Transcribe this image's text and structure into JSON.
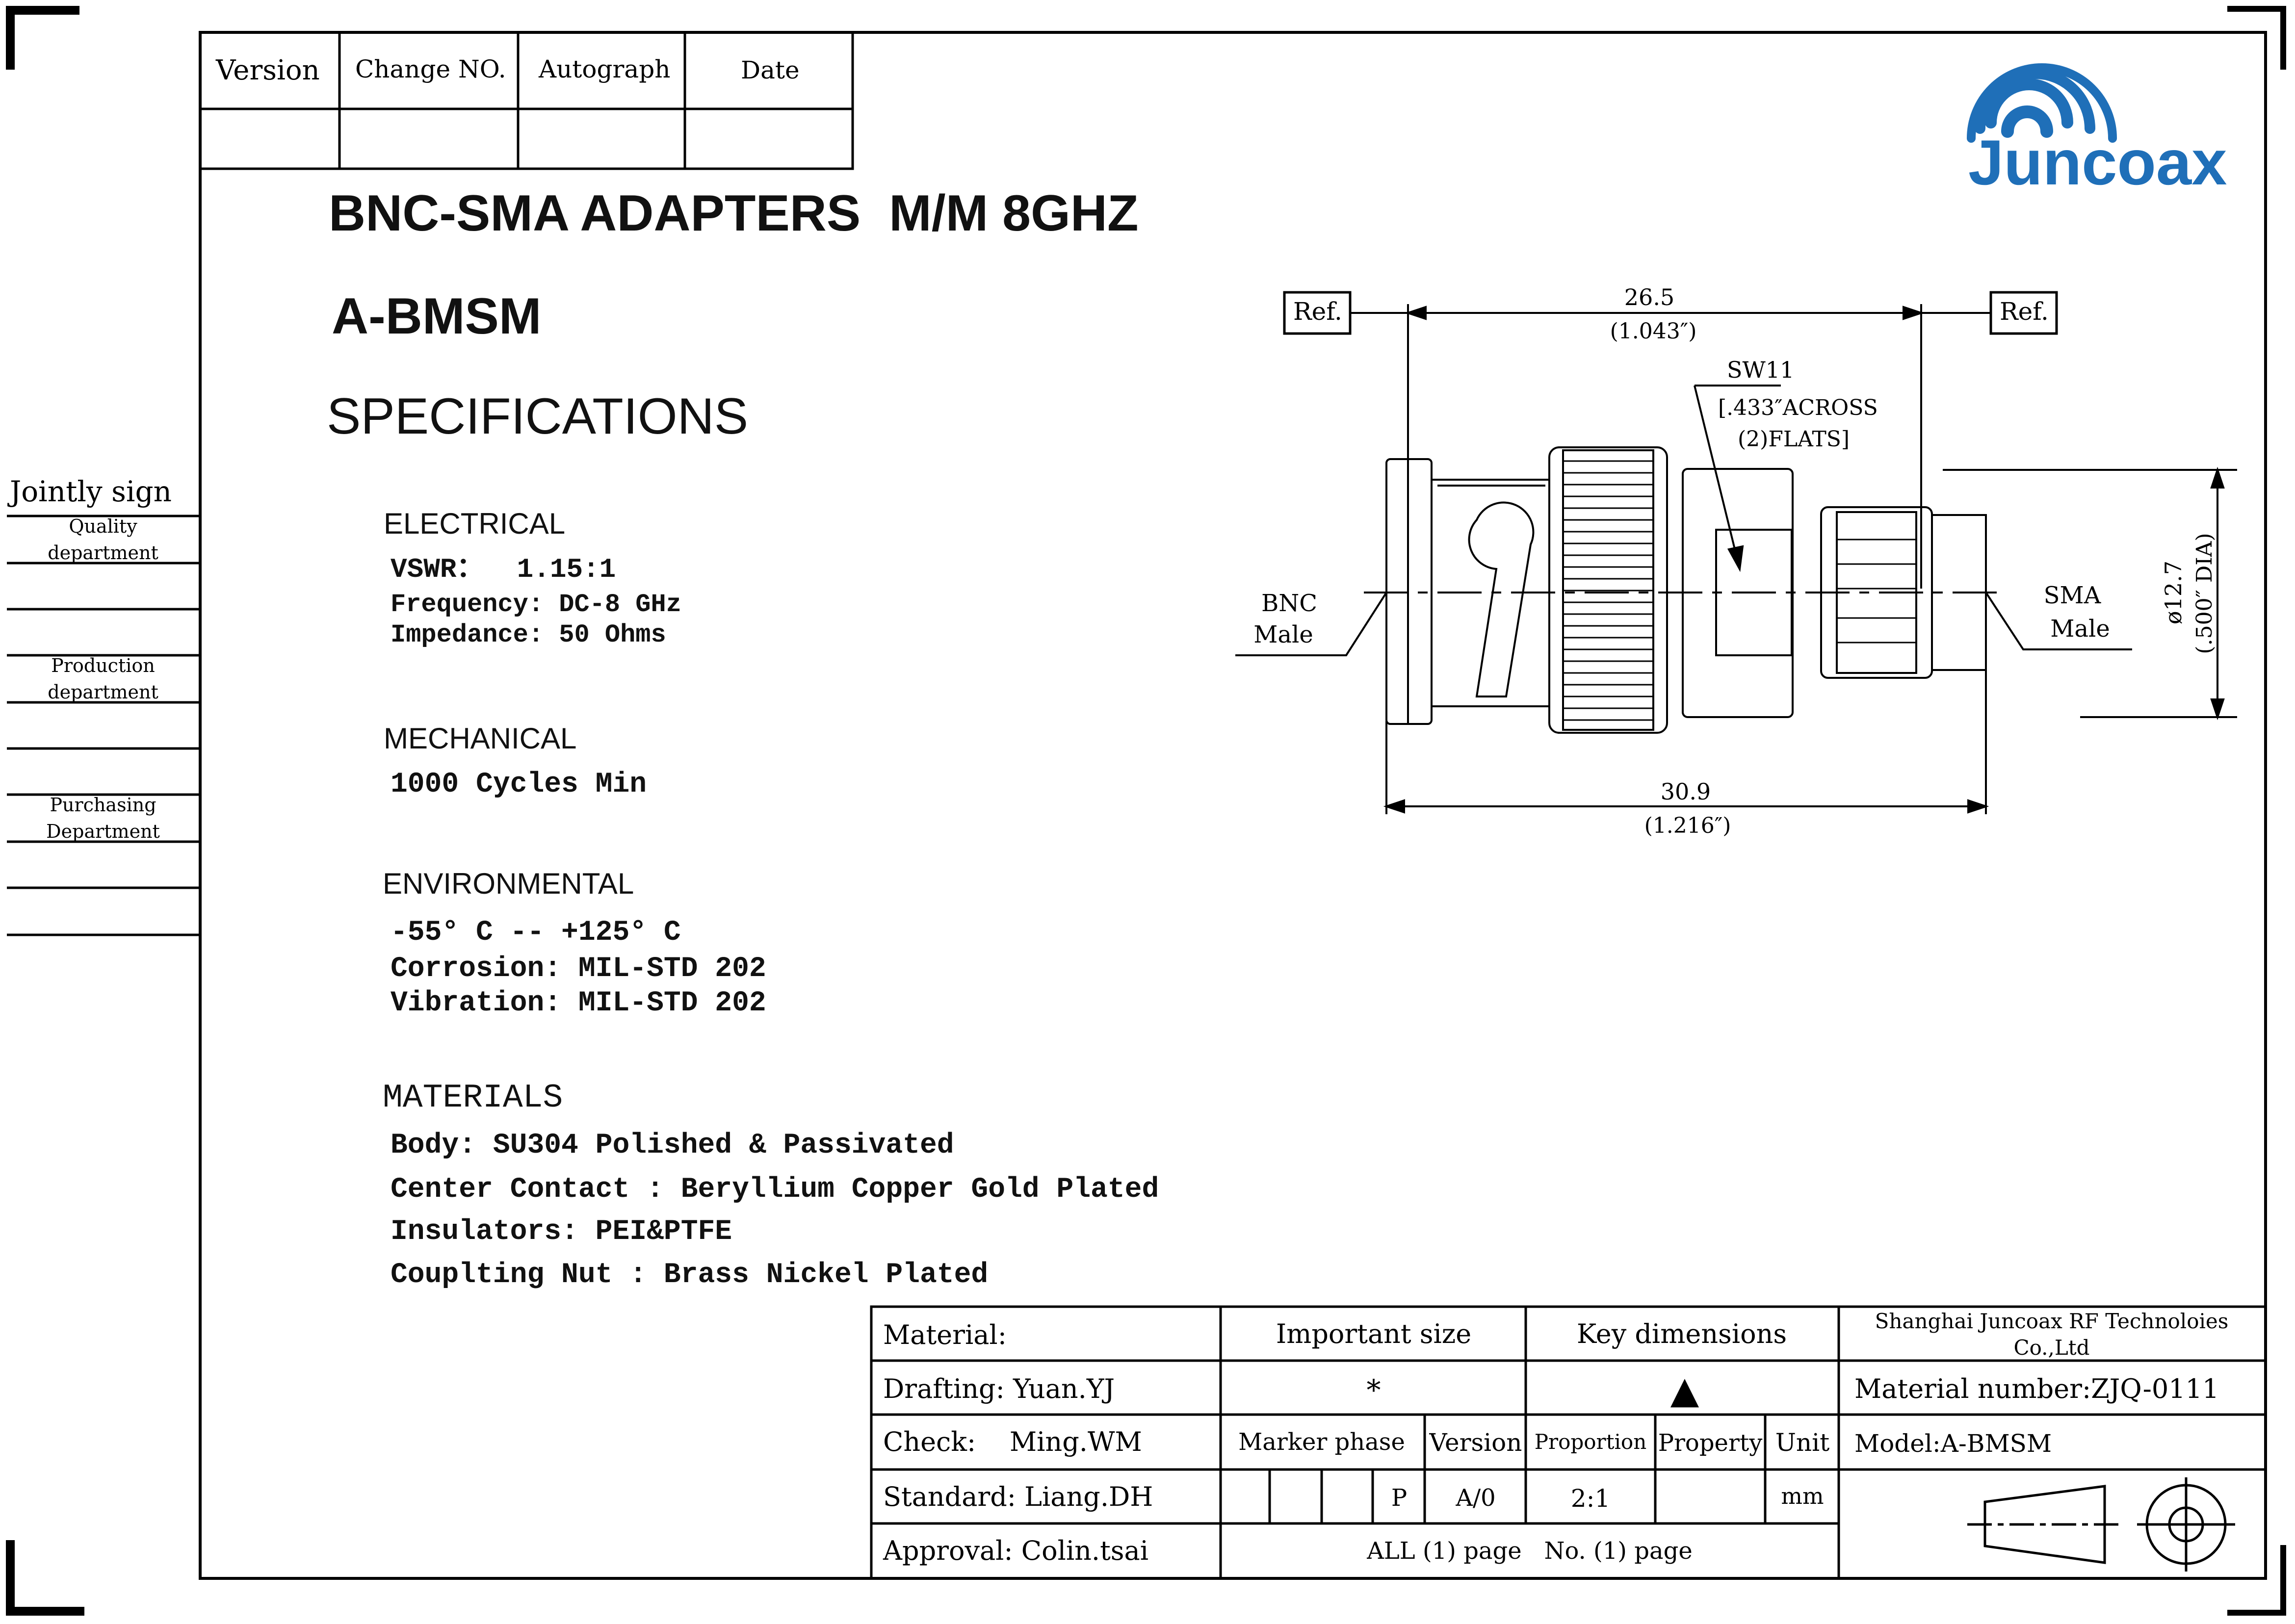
{
  "logo": {
    "brand": "Juncoax",
    "accent": "#1f6fb8"
  },
  "revision_table": {
    "headers": [
      "Version",
      "Change NO.",
      "Autograph",
      "Date"
    ]
  },
  "product": {
    "title": "BNC-SMA ADAPTERS  M/M 8GHZ",
    "model": "A-BMSM",
    "section_heading": "SPECIFICATIONS"
  },
  "sidebar": {
    "heading": "Jointly sign",
    "departments": [
      {
        "line1": "Quality",
        "line2": "department"
      },
      {
        "line1": "Production",
        "line2": "department"
      },
      {
        "line1": "Purchasing",
        "line2": "Department"
      }
    ]
  },
  "specs": {
    "electrical": {
      "heading": "ELECTRICAL",
      "lines": [
        "VSWR：  1.15:1",
        "Frequency: DC-8 GHz",
        "Impedance: 50 Ohms"
      ]
    },
    "mechanical": {
      "heading": "MECHANICAL",
      "lines": [
        "1000 Cycles Min"
      ]
    },
    "environmental": {
      "heading": "ENVIRONMENTAL",
      "lines": [
        "-55° C -- +125° C",
        "Corrosion: MIL-STD 202",
        "Vibration: MIL-STD 202"
      ]
    },
    "materials": {
      "heading": "MATERIALS",
      "lines": [
        "Body: SU304 Polished & Passivated",
        "Center Contact : Beryllium Copper Gold Plated",
        "Insulators: PEI&PTFE",
        "Couplting Nut : Brass Nickel Plated"
      ]
    }
  },
  "drawing": {
    "ref_left": "Ref.",
    "ref_right": "Ref.",
    "dim_top_mm": "26.5",
    "dim_top_in": "(1.043″)",
    "dim_bottom_mm": "30.9",
    "dim_bottom_in": "(1.216″)",
    "wrench_size": "SW11",
    "wrench_note_1": "[.433″ACROSS",
    "wrench_note_2": "(2)FLATS]",
    "diameter_mm": "ø12.7",
    "diameter_in": "(.500″ DIA)",
    "left_label_1": "BNC",
    "left_label_2": "Male",
    "right_label_1": "SMA",
    "right_label_2": "Male"
  },
  "title_block": {
    "material_label": "Material:",
    "important_size": "Important size",
    "key_dimensions": "Key dimensions",
    "company_1": "Shanghai Juncoax RF Technoloies",
    "company_2": "Co.,Ltd",
    "drafting": "Drafting: Yuan.YJ",
    "important_symbol": "*",
    "key_symbol": "▲",
    "material_number": "Material number:ZJQ-0111",
    "check": "Check:    Ming.WM",
    "marker_phase": "Marker phase",
    "version": "Version",
    "proportion": "Proportion",
    "property": "Property",
    "unit": "Unit",
    "model": "Model:A-BMSM",
    "standard": "Standard: Liang.DH",
    "marker_value": "P",
    "version_value": "A/0",
    "proportion_value": "2:1",
    "unit_value": "mm",
    "approval": "Approval: Colin.tsai",
    "pages": "ALL (1) page   No. (1) page"
  }
}
